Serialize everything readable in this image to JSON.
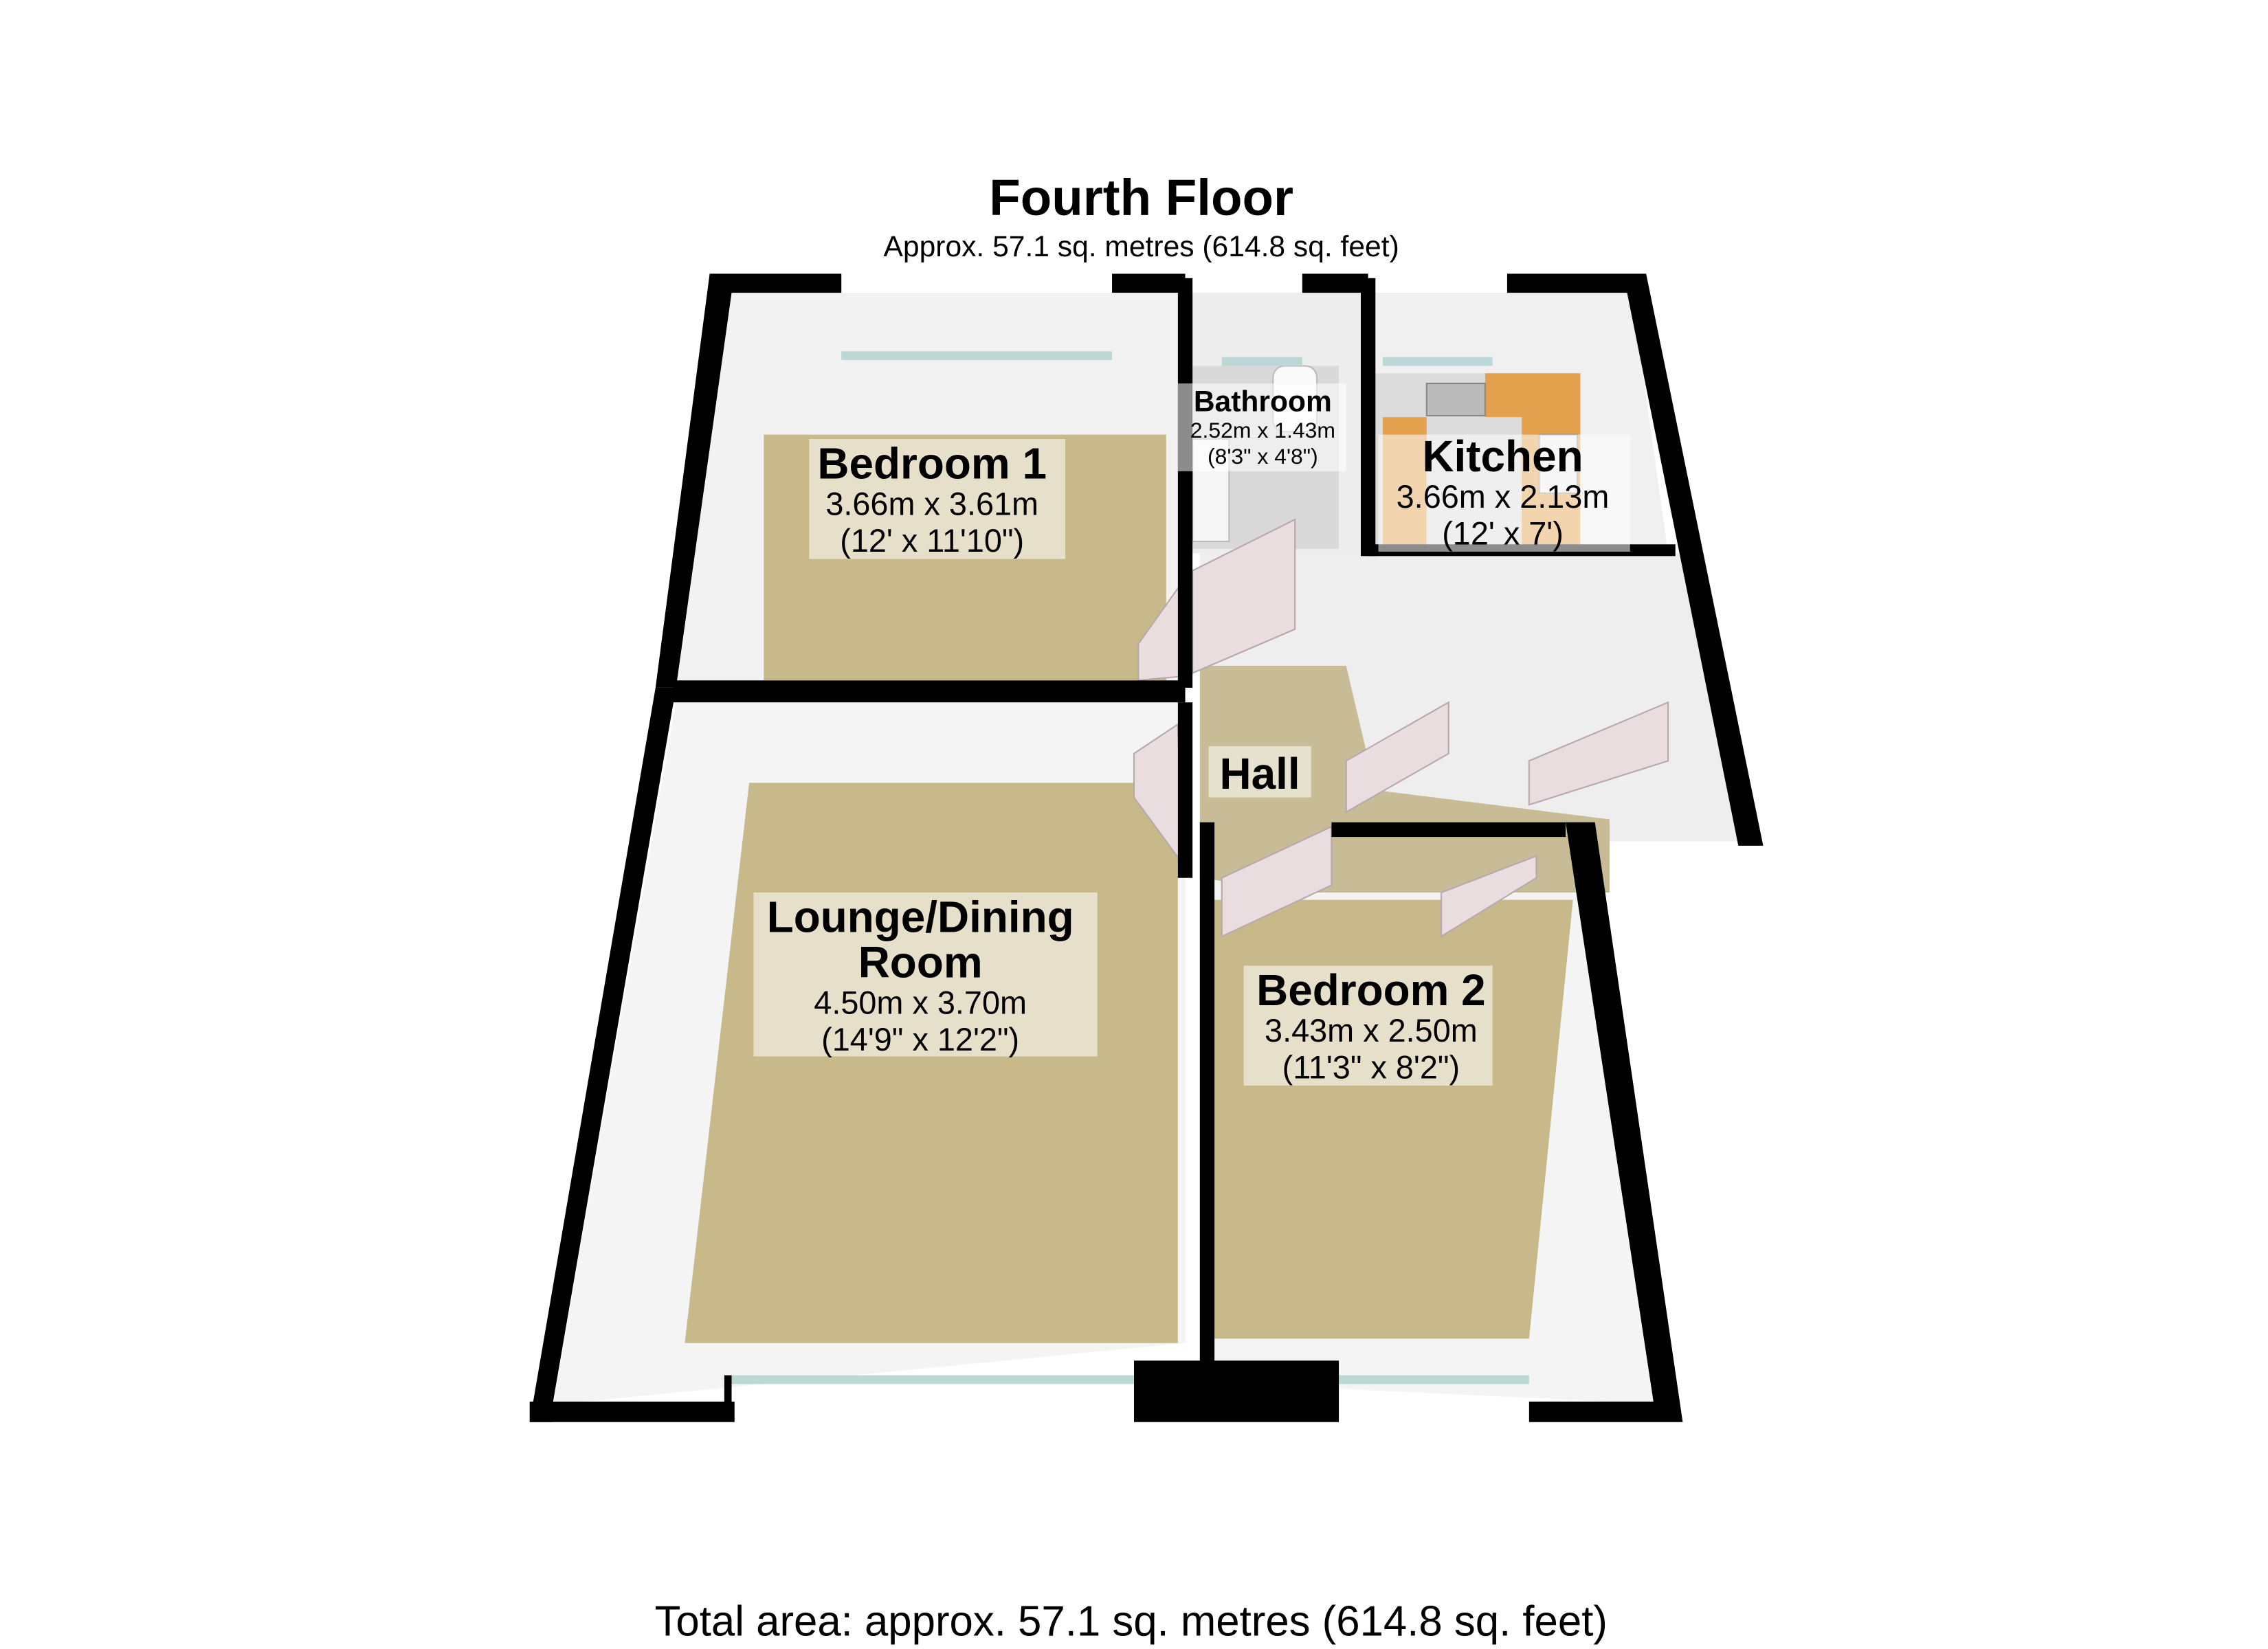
{
  "header": {
    "title": "Fourth Floor",
    "subtitle": "Approx. 57.1 sq. metres (614.8 sq. feet)"
  },
  "rooms": [
    {
      "name": "Bedroom 1",
      "metric": "3.66m x 3.61m",
      "imperial": "(12' x 11'10\")"
    },
    {
      "name": "Bathroom",
      "metric": "2.52m x 1.43m",
      "imperial": "(8'3\" x 4'8\")"
    },
    {
      "name": "Kitchen",
      "metric": "3.66m x 2.13m",
      "imperial": "(12' x 7')"
    },
    {
      "name": "Hall"
    },
    {
      "name": "Lounge/Dining",
      "name2": "Room",
      "metric": "4.50m x 3.70m",
      "imperial": "(14'9\" x 12'2\")"
    },
    {
      "name": "Bedroom 2",
      "metric": "3.43m x 2.50m",
      "imperial": "(11'3\" x 8'2\")"
    }
  ],
  "footer": {
    "total": "Total area: approx. 57.1 sq. metres (614.8 sq. feet)"
  },
  "colors": {
    "carpet": "#c8b98b",
    "wall": "#000000",
    "kitchen_worktop": "#e3a14e"
  }
}
